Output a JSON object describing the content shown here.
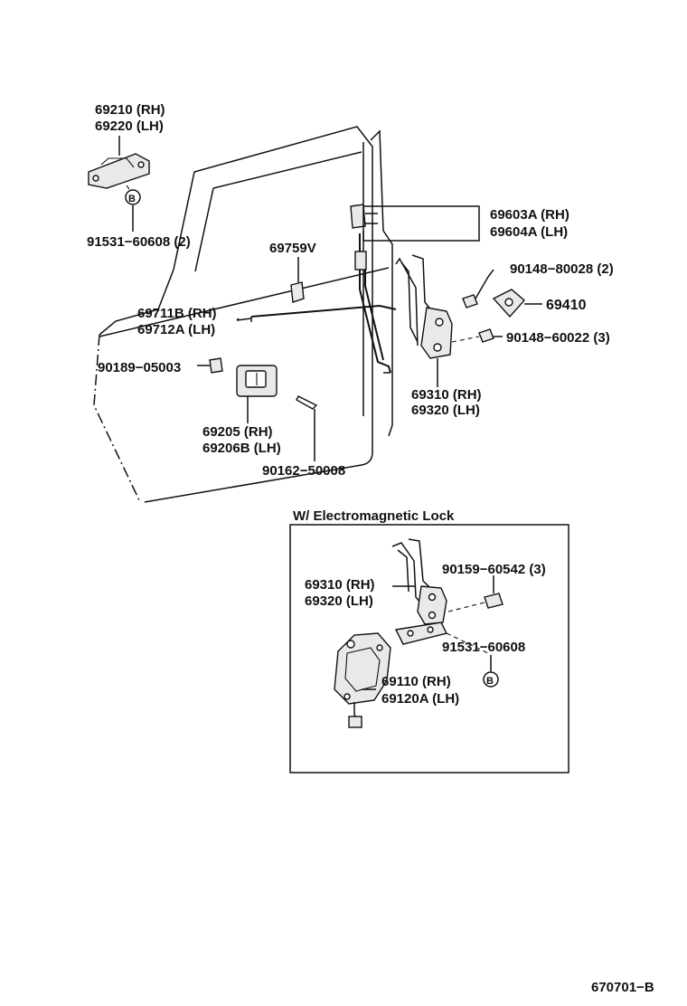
{
  "labels": {
    "l69210": "69210 (RH)",
    "l69220": "69220 (LH)",
    "l91531a": "91531−60608 (2)",
    "l69603": "69603A (RH)",
    "l69604": "69604A (LH)",
    "l69759": "69759V",
    "l90148a": "90148−80028 (2)",
    "l69410": "69410",
    "l69711": "69711B (RH)",
    "l69712": "69712A (LH)",
    "l90148b": "90148−60022 (3)",
    "l90189": "90189−05003",
    "l69310": "69310 (RH)",
    "l69320": "69320 (LH)",
    "l69205": "69205   (RH)",
    "l69206": "69206B (LH)",
    "l90162": "90162−50008",
    "l69310b": "69310 (RH)",
    "l69320b": "69320 (LH)",
    "l90159": "90159−60542 (3)",
    "l91531b": "91531−60608",
    "l69110": "69110   (RH)",
    "l69120": "69120A (LH)"
  },
  "markers": {
    "b_top": "B",
    "b_bottom": "B"
  },
  "inset": {
    "title": "W/ Electromagnetic Lock"
  },
  "figure_code": "670701−B"
}
